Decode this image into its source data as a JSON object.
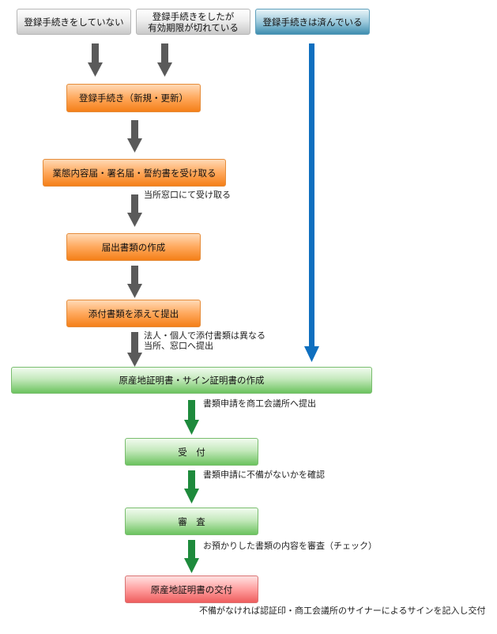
{
  "top_boxes": {
    "not_registered": "登録手続きをしていない",
    "expired_line1": "登録手続きをしたが",
    "expired_line2": "有効期限が切れている",
    "completed": "登録手続きは済んでいる"
  },
  "steps": {
    "registration": "登録手続き（新規・更新）",
    "receive_forms": "業態内容届・署名届・誓約書を受け取る",
    "create_documents": "届出書類の作成",
    "attach_documents": "添付書類を添えて提出",
    "create_certificate": "原産地証明書・サイン証明書の作成",
    "reception": "受　付",
    "review": "審　査",
    "issuance": "原産地証明書の交付"
  },
  "notes": {
    "counter_receive": "当所窓口にて受け取る",
    "attach_line1": "法人・個人で添付書類は異なる",
    "attach_line2": "当所、窓口へ提出",
    "submit_application": "書類申請を商工会議所へ提出",
    "check_defects": "書類申請に不備がないかを確認",
    "review_contents": "お預かりした書類の内容を審査（チェック）",
    "issue_text": "不備がなければ認証印・商工会議所のサイナーによるサインを記入し交付"
  },
  "colors": {
    "gray_arrow": "#5a5a5a",
    "blue_arrow": "#0f6fbf",
    "green_arrow": "#1e8a3c"
  }
}
